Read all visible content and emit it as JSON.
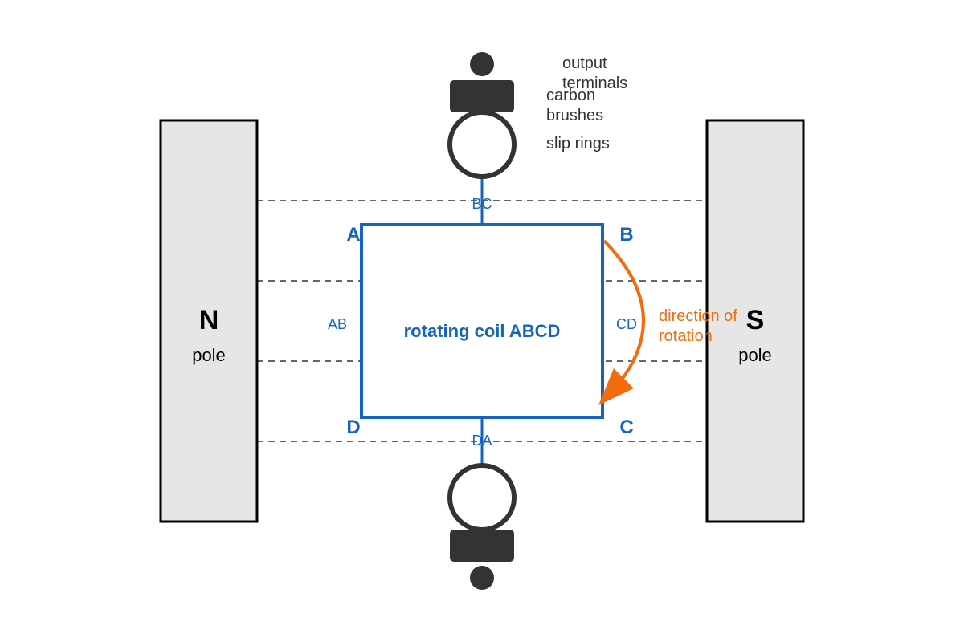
{
  "colors": {
    "pole_fill": "#e6e6e6",
    "pole_stroke": "#000000",
    "coil": "#1565c0",
    "rotation_arrow": "#f26b0f",
    "hardware": "#333333",
    "field_lines": "#666666"
  },
  "north_pole": {
    "letter": "N",
    "label": "pole"
  },
  "south_pole": {
    "letter": "S",
    "label": "pole"
  },
  "coil": {
    "title": "rotating coil ABCD",
    "corners": {
      "a": "A",
      "b": "B",
      "c": "C",
      "d": "D"
    },
    "sides": {
      "ab": "AB",
      "bc": "BC",
      "cd": "CD",
      "da": "DA"
    }
  },
  "callouts": {
    "output_terminals": [
      "output",
      "terminals"
    ],
    "carbon_brushes": [
      "carbon",
      "brushes"
    ],
    "slip_rings": "slip rings"
  },
  "rotation": {
    "label": [
      "direction of",
      "rotation"
    ]
  },
  "icons": {
    "terminal": "filled-circle",
    "brush": "rounded-block",
    "slip_ring": "ring"
  }
}
